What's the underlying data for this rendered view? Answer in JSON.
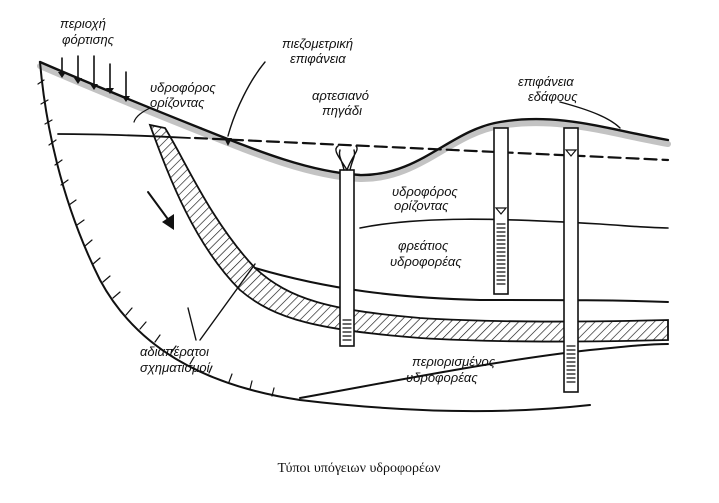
{
  "labels": {
    "recharge_area_1": "περιοχή",
    "recharge_area_2": "φόρτισης",
    "piezometric_1": "πιεζομετρική",
    "piezometric_2": "επιφάνεια",
    "aquifer_horizon_left_1": "υδροφόρος",
    "aquifer_horizon_left_2": "ορίζοντας",
    "artesian_well_1": "αρτεσιανό",
    "artesian_well_2": "πηγάδι",
    "ground_surface_1": "επιφάνεια",
    "ground_surface_2": "εδάφους",
    "aquifer_horizon_mid_1": "υδροφόρος",
    "aquifer_horizon_mid_2": "ορίζοντας",
    "phreatic_1": "φρεάτιος",
    "phreatic_2": "υδροφορέας",
    "impermeable_1": "αδιαπέρατοι",
    "impermeable_2": "σχηματισμοί",
    "confined_1": "περιορισμένος",
    "confined_2": "υδροφορέας"
  },
  "caption": "Τύποι υπόγειων υδροφορέων"
}
